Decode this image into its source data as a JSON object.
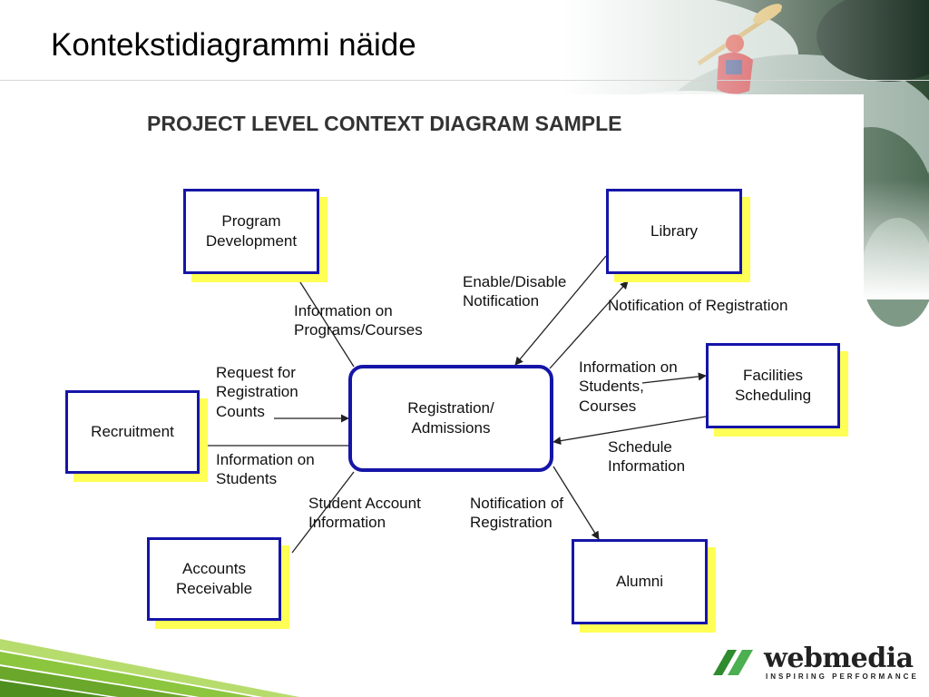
{
  "slide": {
    "title": "Kontekstidiagrammi näide"
  },
  "diagram": {
    "heading": "PROJECT LEVEL CONTEXT DIAGRAM SAMPLE",
    "entities": {
      "program_development": "Program\nDevelopment",
      "library": "Library",
      "recruitment": "Recruitment",
      "registration": "Registration/\nAdmissions",
      "facilities": "Facilities\nScheduling",
      "accounts_receivable": "Accounts\nReceivable",
      "alumni": "Alumni"
    },
    "flows": {
      "info_programs": "Information on\nPrograms/Courses",
      "enable_disable": "Enable/Disable\nNotification",
      "notif_registration_library": "Notification of Registration",
      "request_counts": "Request for\nRegistration\nCounts",
      "info_students_recruitment": "Information on\nStudents",
      "info_students_courses": "Information on\nStudents,\nCourses",
      "schedule_info": "Schedule\nInformation",
      "student_account": "Student Account\nInformation",
      "notif_registration_alumni": "Notification of\nRegistration"
    }
  },
  "branding": {
    "logo_word": "webmedia",
    "logo_tagline": "INSPIRING PERFORMANCE"
  },
  "colors": {
    "box_border": "#1515a8",
    "box_shadow": "#ffff55",
    "footer_green": "#8cc63f"
  }
}
